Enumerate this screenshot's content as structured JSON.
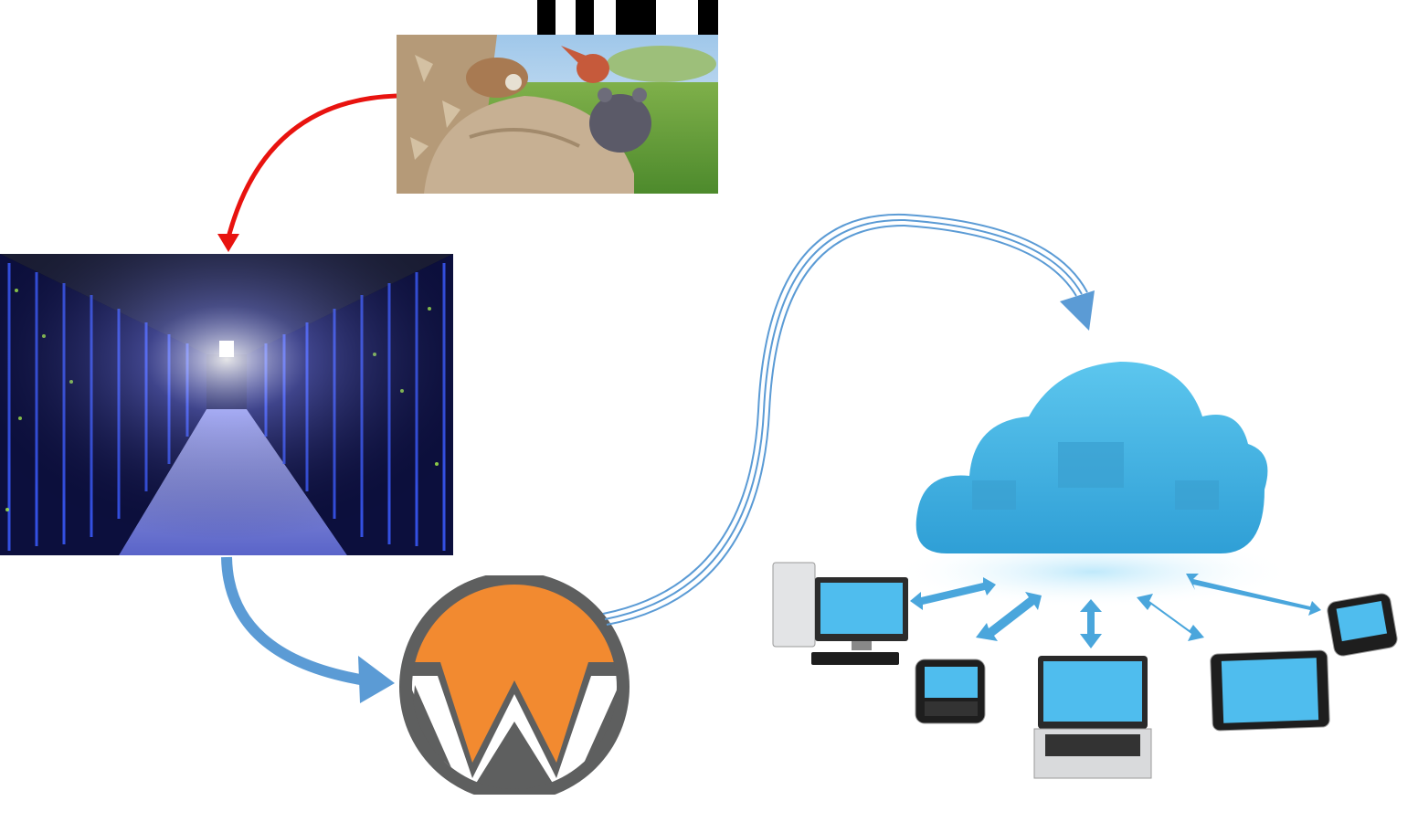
{
  "diagram": {
    "nodes": [
      {
        "id": "video-source",
        "kind": "animated-video-frame"
      },
      {
        "id": "data-center",
        "kind": "server-hall-photo"
      },
      {
        "id": "wowza-logo",
        "kind": "logo"
      },
      {
        "id": "cloud-network",
        "kind": "cloud-with-devices"
      }
    ],
    "edges": [
      {
        "from": "video-source",
        "to": "data-center",
        "style": "solid",
        "color": "#e8130f"
      },
      {
        "from": "data-center",
        "to": "wowza-logo",
        "style": "thick",
        "color": "#5b9bd5"
      },
      {
        "from": "wowza-logo",
        "to": "cloud-network",
        "style": "triple-line",
        "color": "#5b9bd5"
      }
    ],
    "colors": {
      "red_arrow": "#e8130f",
      "blue_arrow": "#5b9bd5",
      "cloud": "#45b3e4",
      "logo_orange": "#f28a30",
      "logo_gray": "#5e5f5f"
    },
    "devices": [
      "desktop-computer-icon",
      "smartphone-icon",
      "laptop-icon",
      "tablet-icon",
      "smartphone-icon"
    ]
  }
}
